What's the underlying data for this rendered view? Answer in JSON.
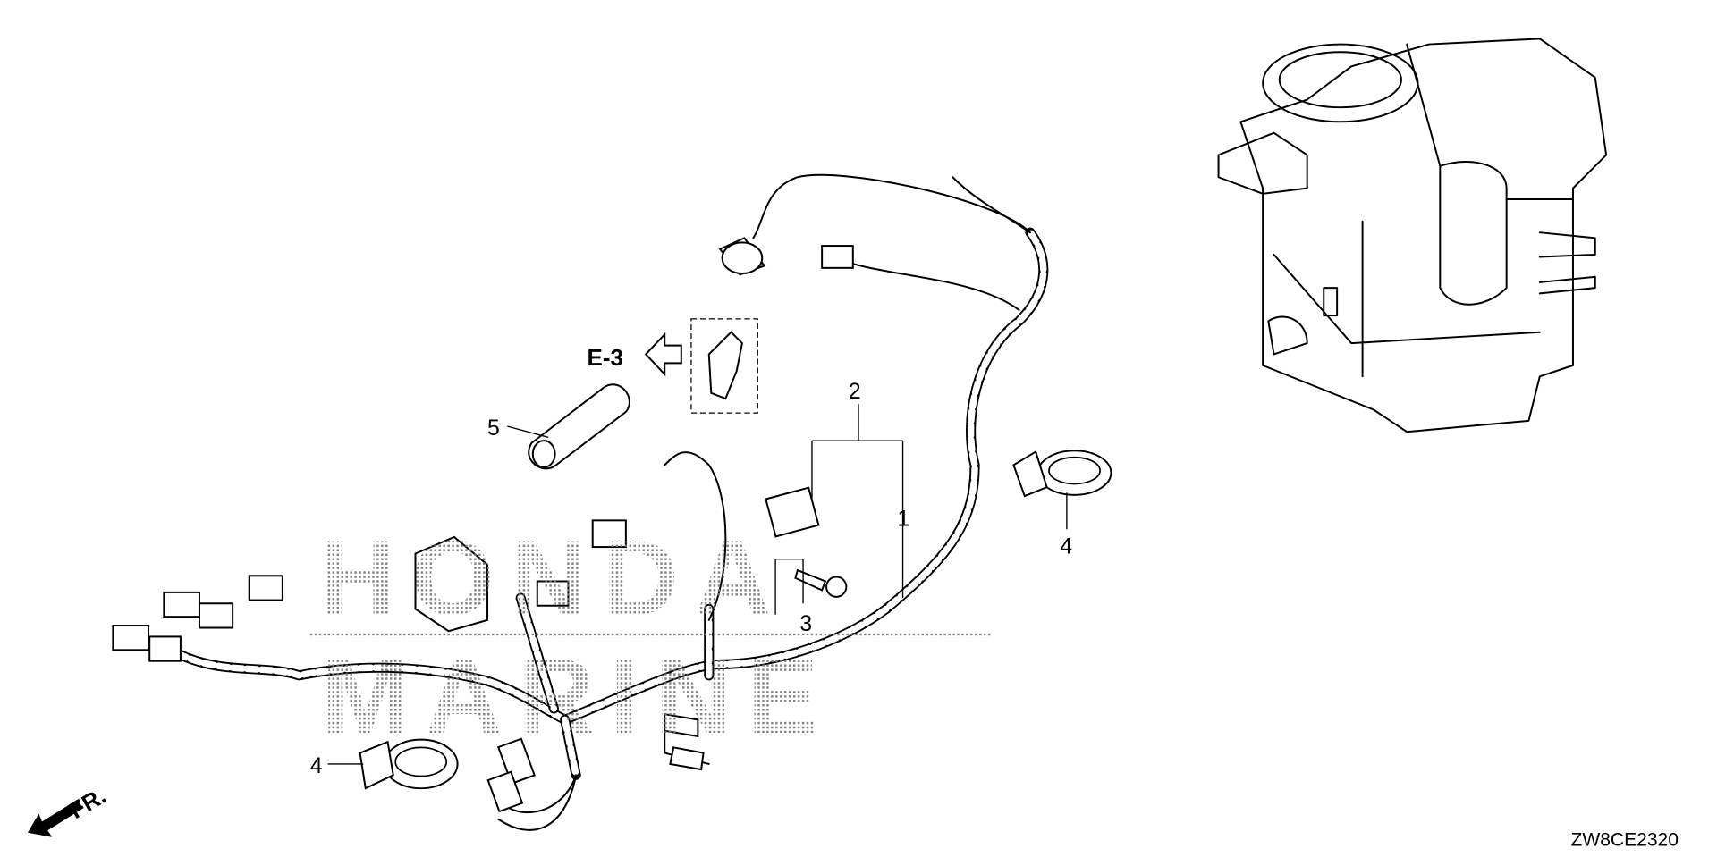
{
  "diagram": {
    "callouts": [
      "1",
      "2",
      "3",
      "4",
      "4",
      "5"
    ],
    "reference_label": "E-3",
    "direction_label": "FR.",
    "drawing_code": "ZW8CE2320",
    "watermark_lines": [
      "HONDA",
      "MARINE"
    ]
  }
}
